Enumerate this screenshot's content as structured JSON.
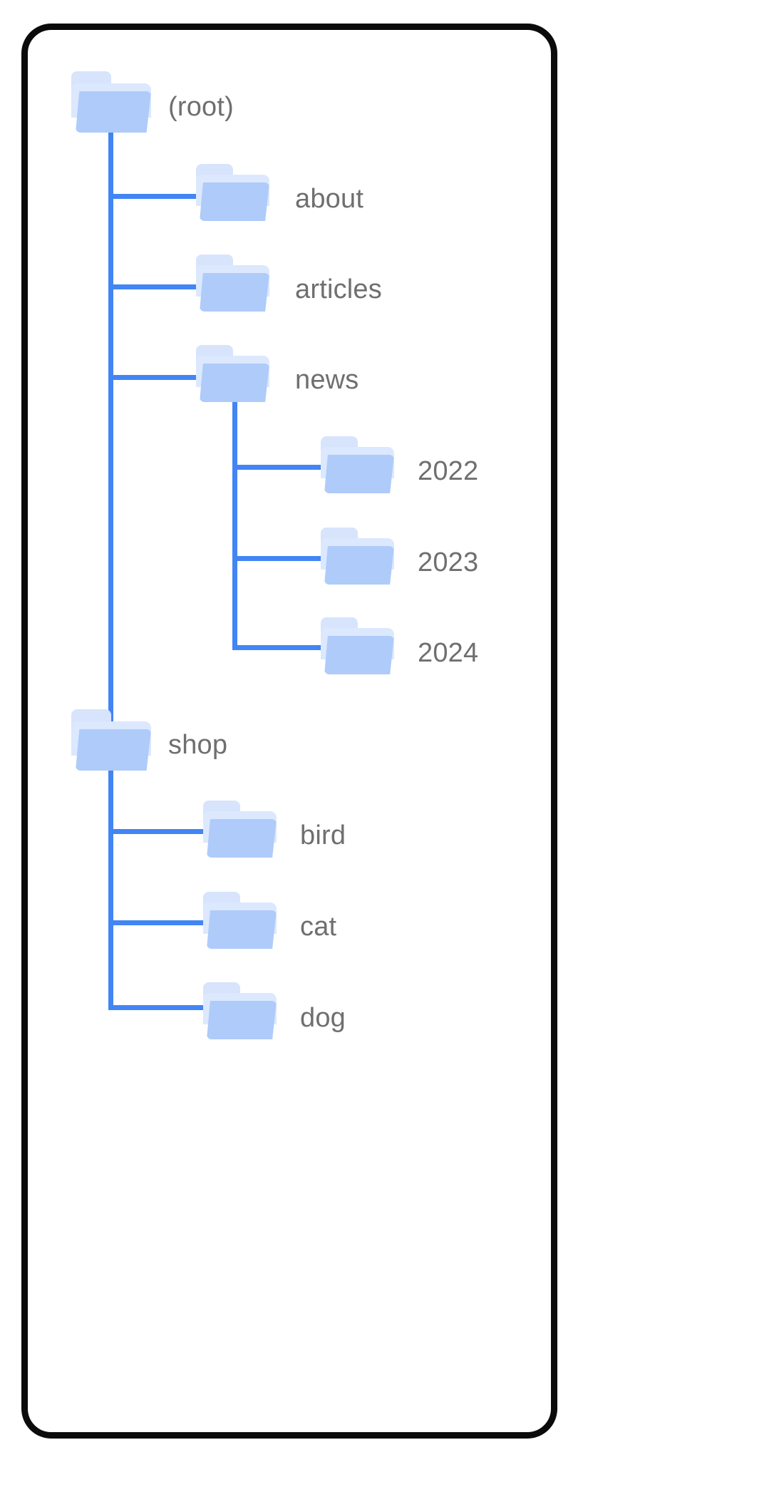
{
  "diagram": {
    "type": "folder-tree",
    "title_visible": false,
    "colors": {
      "card_border": "#0b0b0b",
      "card_background": "#ffffff",
      "connector": "#4285f4",
      "folder_front": "#aecbfa",
      "folder_mid": "#dce8fd",
      "folder_back": "#d7e4fc",
      "label_text": "#6f6f6f"
    },
    "root": {
      "label": "(root)",
      "children": [
        {
          "label": "about",
          "children": []
        },
        {
          "label": "articles",
          "children": []
        },
        {
          "label": "news",
          "children": [
            {
              "label": "2022",
              "children": []
            },
            {
              "label": "2023",
              "children": []
            },
            {
              "label": "2024",
              "children": []
            }
          ]
        },
        {
          "label": "shop",
          "children": [
            {
              "label": "bird",
              "children": []
            },
            {
              "label": "cat",
              "children": []
            },
            {
              "label": "dog",
              "children": []
            }
          ]
        }
      ]
    },
    "nodes": {
      "root": "(root)",
      "about": "about",
      "articles": "articles",
      "news": "news",
      "news_2022": "2022",
      "news_2023": "2023",
      "news_2024": "2024",
      "shop": "shop",
      "shop_bird": "bird",
      "shop_cat": "cat",
      "shop_dog": "dog"
    }
  }
}
